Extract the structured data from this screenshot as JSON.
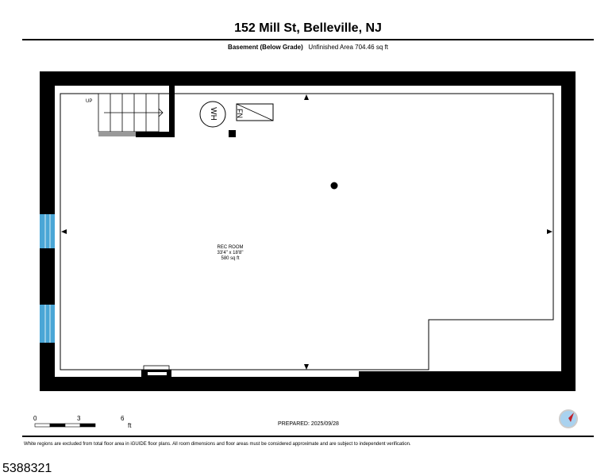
{
  "header": {
    "title": "152 Mill St, Belleville, NJ",
    "level": "Basement (Below Grade)",
    "area": "Unfinished Area 704.46 sq ft"
  },
  "plan": {
    "stairs_label": "UP",
    "water_heater": "WH",
    "furnace": "FN",
    "room": {
      "name": "REC ROOM",
      "dims": "33'4\" x 18'8\"",
      "area": "580 sq ft"
    }
  },
  "scale": {
    "ticks": [
      "0",
      "3",
      "6"
    ],
    "unit": "ft"
  },
  "prepared": "PREPARED: 2025/09/28",
  "disclaimer": "White regions are excluded from total floor area in iGUIDE floor plans. All room dimensions and floor areas must be considered approximate and are subject to independent verification.",
  "listing_id": "5388321",
  "colors": {
    "window": "#4aa6d6",
    "compass_needle": "#c0202a",
    "compass_face": "#a9d2ef"
  }
}
